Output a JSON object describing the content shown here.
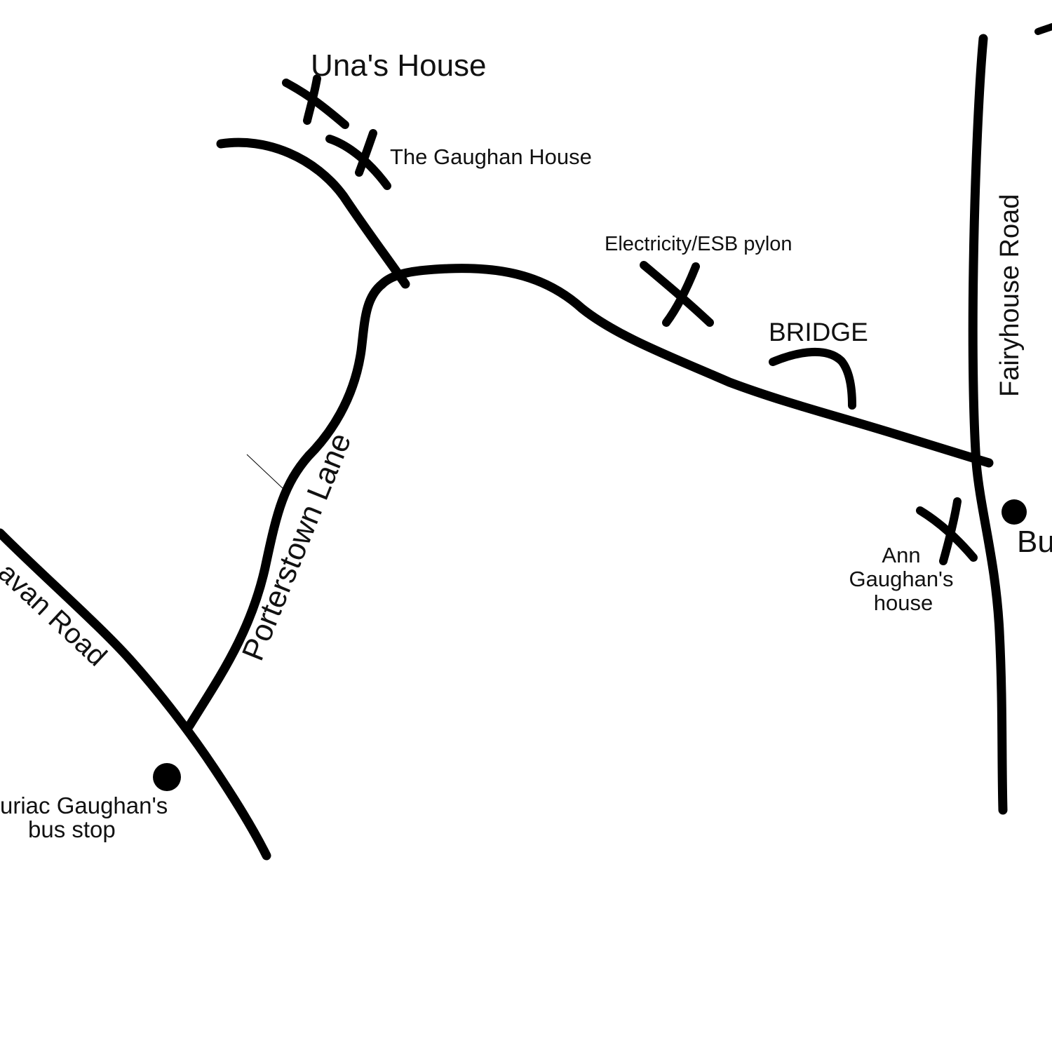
{
  "labels": {
    "unas_house": "Una's House",
    "gaughan_house": "The Gaughan House",
    "pylon": "Electricity/ESB pylon",
    "bridge": "BRIDGE",
    "fairyhouse_road": "Fairyhouse Road",
    "porterstown_lane": "Porterstown Lane",
    "navan_road": "avan Road",
    "ann_gaughan_line1": "Ann",
    "ann_gaughan_line2": "Gaughan's",
    "ann_gaughan_line3": "house",
    "bus_stop_right": "Bu",
    "kuriac_line1": "uriac Gaughan's",
    "kuriac_line2": "bus stop"
  },
  "colors": {
    "ink": "#000000",
    "background": "#ffffff"
  }
}
